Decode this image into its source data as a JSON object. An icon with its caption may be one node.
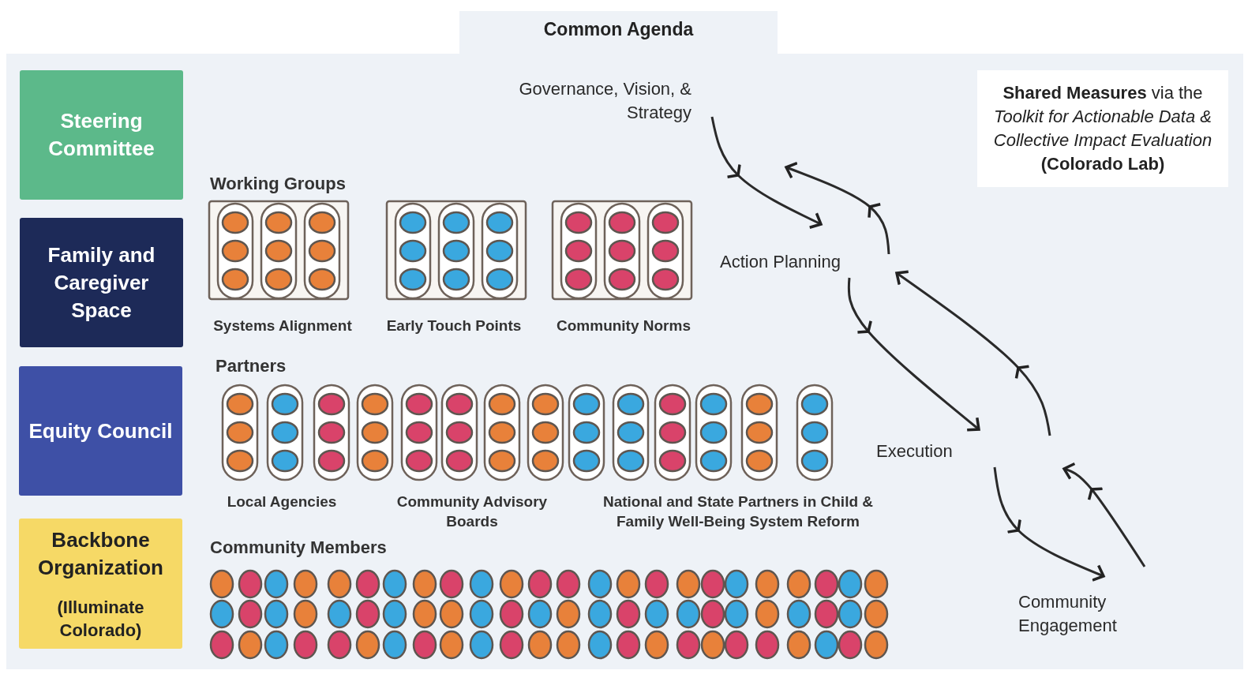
{
  "diagram": {
    "nodes": [
      {
        "text": [
          "Common Agenda"
        ]
      },
      {
        "text": [
          "Steering Committee"
        ],
        "in": 0
      },
      {
        "text": [
          "Family and Caregiver Space"
        ],
        "in": 0
      },
      {
        "text": [
          "Equity Council"
        ],
        "in": 0
      },
      {
        "text": [
          "Backbone Organization",
          "(Illuminate Colorado)"
        ],
        "in": 0
      },
      {
        "text": [
          "**Shared Measures** via the *Toolkit for Actionable Data & Collective Impact Evaluation* **(Colorado Lab)**"
        ],
        "in": 0
      },
      {
        "text": [
          "Governance, Vision, & Strategy"
        ],
        "in": 0
      },
      {
        "text": [
          "Action Planning"
        ],
        "in": 0
      },
      {
        "text": [
          "Execution"
        ],
        "in": 0
      },
      {
        "text": [
          "Community Engagement"
        ],
        "in": 0
      }
    ],
    "edges": [
      {
        "from": 6,
        "to": 7,
        "arrow": "to"
      },
      {
        "from": 7,
        "to": null,
        "arrow": "to"
      },
      {
        "from": 7,
        "to": 8,
        "arrow": "to"
      },
      {
        "from": null,
        "to": 7,
        "arrow": "to"
      },
      {
        "from": 8,
        "to": 9,
        "arrow": "to"
      },
      {
        "from": 9,
        "to": null,
        "arrow": "to"
      }
    ],
    "labels": [
      "Working Groups",
      "Systems Alignment",
      "Early Touch Points",
      "Community Norms",
      "Partners",
      "Local Agencies",
      "Community Advisory Boards",
      "National and State Partners in Child & Family Well-Being System Reform",
      "Community Members"
    ]
  }
}
